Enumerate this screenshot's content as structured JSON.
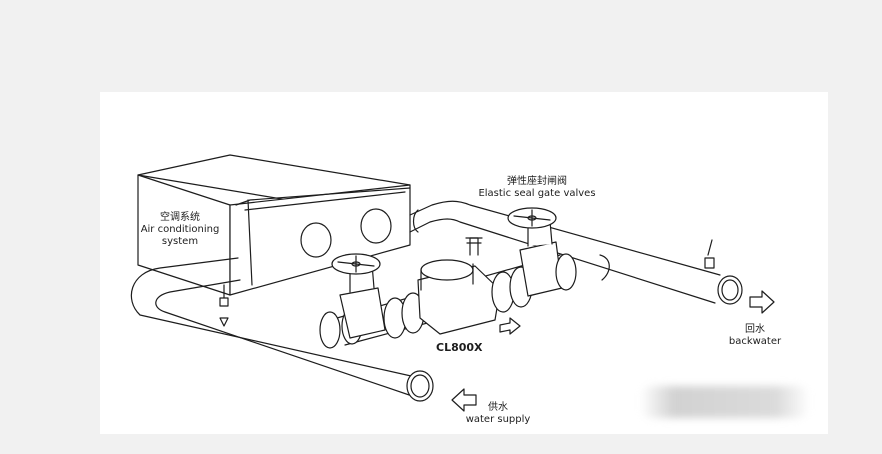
{
  "labels": {
    "ac_zh": "空调系统",
    "ac_en_line1": "Air conditioning",
    "ac_en_line2": "system",
    "valve_zh": "弹性座封闸阀",
    "valve_en": "Elastic seal gate valves",
    "model": "CL800X",
    "backwater_zh": "回水",
    "backwater_en": "backwater",
    "supply_zh": "供水",
    "supply_en": "water supply"
  },
  "colors": {
    "background": "#f1f1f1",
    "panel": "#ffffff",
    "line": "#1d1d1d"
  }
}
